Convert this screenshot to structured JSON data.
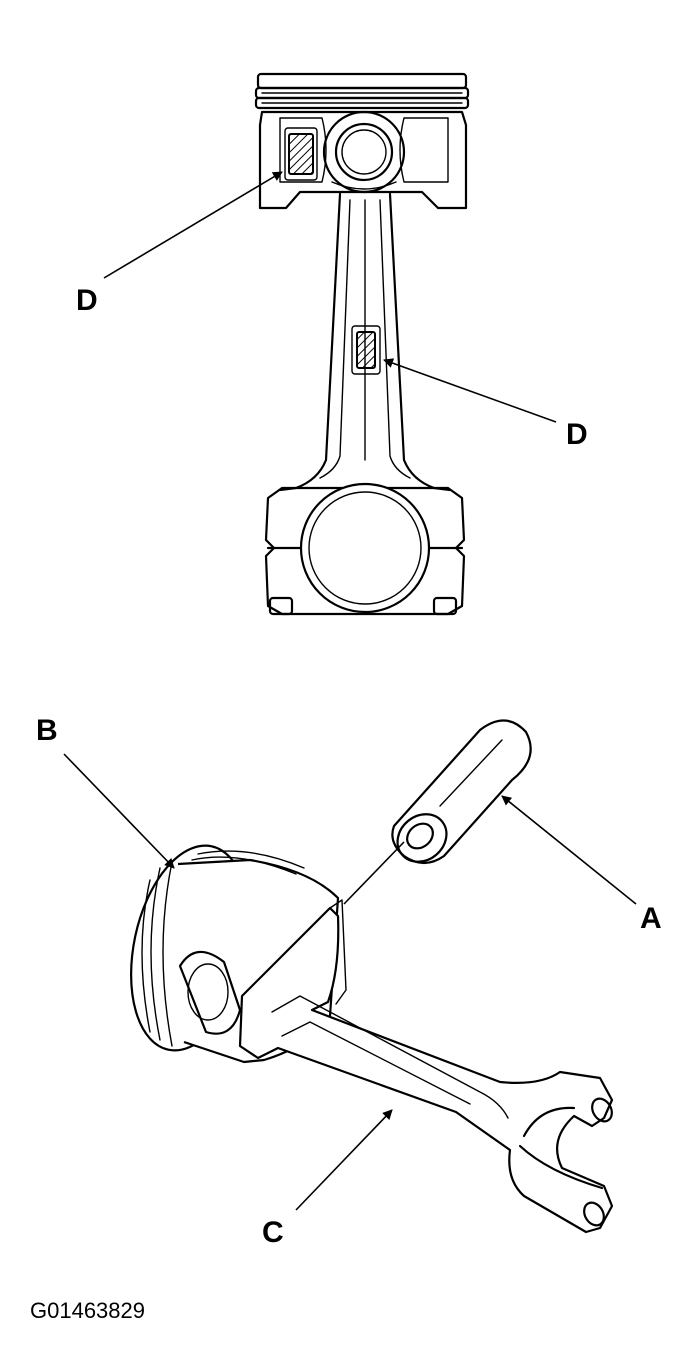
{
  "labels": {
    "a": "A",
    "b": "B",
    "c": "C",
    "d_upper": "D",
    "d_lower": "D"
  },
  "figure_code": "G01463829"
}
